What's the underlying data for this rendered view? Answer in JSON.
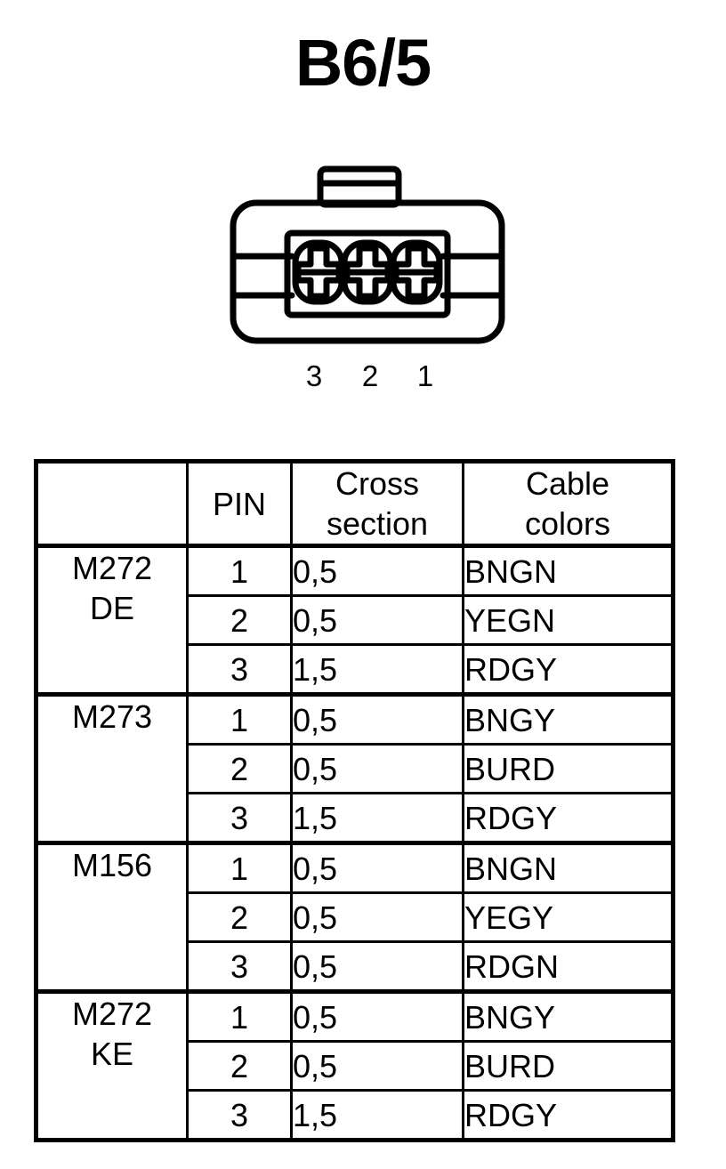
{
  "title": "B6/5",
  "connector": {
    "name": "3-pin-connector-diagram",
    "pin_count": 3,
    "pin_labels": [
      "3",
      "2",
      "1"
    ]
  },
  "table": {
    "headers": {
      "model": "",
      "pin": "PIN",
      "cross_section_line1": "Cross",
      "cross_section_line2": "section",
      "cable_colors_line1": "Cable",
      "cable_colors_line2": "colors"
    },
    "groups": [
      {
        "model_line1": "M272",
        "model_line2": "DE",
        "rows": [
          {
            "pin": "1",
            "section": "0,5",
            "color": "BNGN"
          },
          {
            "pin": "2",
            "section": "0,5",
            "color": "YEGN"
          },
          {
            "pin": "3",
            "section": "1,5",
            "color": "RDGY"
          }
        ]
      },
      {
        "model_line1": "M273",
        "model_line2": "",
        "rows": [
          {
            "pin": "1",
            "section": "0,5",
            "color": "BNGY"
          },
          {
            "pin": "2",
            "section": "0,5",
            "color": "BURD"
          },
          {
            "pin": "3",
            "section": "1,5",
            "color": "RDGY"
          }
        ]
      },
      {
        "model_line1": "M156",
        "model_line2": "",
        "rows": [
          {
            "pin": "1",
            "section": "0,5",
            "color": "BNGN"
          },
          {
            "pin": "2",
            "section": "0,5",
            "color": "YEGY"
          },
          {
            "pin": "3",
            "section": "0,5",
            "color": "RDGN"
          }
        ]
      },
      {
        "model_line1": "M272",
        "model_line2": "KE",
        "rows": [
          {
            "pin": "1",
            "section": "0,5",
            "color": "BNGY"
          },
          {
            "pin": "2",
            "section": "0,5",
            "color": "BURD"
          },
          {
            "pin": "3",
            "section": "1,5",
            "color": "RDGY"
          }
        ]
      }
    ]
  },
  "colors": {
    "line": "#000000",
    "background": "#ffffff"
  }
}
